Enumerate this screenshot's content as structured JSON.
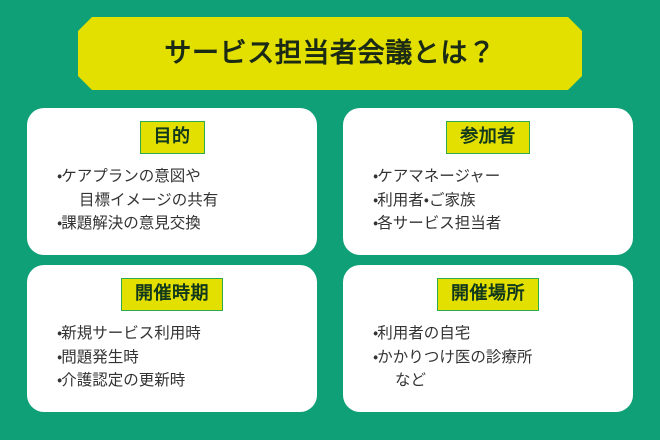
{
  "theme": {
    "background": "#0fa077",
    "accent_yellow": "#e3e000",
    "badge_border": "#2eab4f",
    "card_background": "#ffffff",
    "title_text": "#1b2a14",
    "body_text": "#333333"
  },
  "banner": {
    "title": "サービス担当者会議とは？"
  },
  "cards": [
    {
      "badge": "目的",
      "items": [
        {
          "bullet": "・",
          "text": "ケアプランの意図や",
          "continuation": "目標イメージの共有"
        },
        {
          "bullet": "・",
          "text": "課題解決の意見交換",
          "continuation": ""
        }
      ]
    },
    {
      "badge": "参加者",
      "items": [
        {
          "bullet": "・",
          "text": "ケアマネージャー",
          "continuation": ""
        },
        {
          "bullet": "・",
          "text": "利用者・ご家族",
          "continuation": ""
        },
        {
          "bullet": "・",
          "text": "各サービス担当者",
          "continuation": ""
        }
      ]
    },
    {
      "badge": "開催時期",
      "items": [
        {
          "bullet": "・",
          "text": "新規サービス利用時",
          "continuation": ""
        },
        {
          "bullet": "・",
          "text": "問題発生時",
          "continuation": ""
        },
        {
          "bullet": "・",
          "text": "介護認定の更新時",
          "continuation": ""
        }
      ]
    },
    {
      "badge": "開催場所",
      "items": [
        {
          "bullet": "・",
          "text": "利用者の自宅",
          "continuation": ""
        },
        {
          "bullet": "・",
          "text": "かかりつけ医の診療所",
          "continuation": "など"
        }
      ]
    }
  ]
}
